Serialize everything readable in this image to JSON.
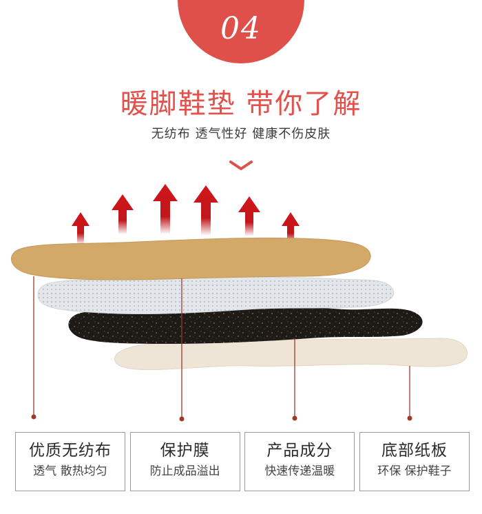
{
  "badge": {
    "number": "04"
  },
  "title": "暖脚鞋垫 带你了解",
  "subtitle": "无纺布 透气性好 健康不伤皮肤",
  "colors": {
    "accent_red": "#e0504a",
    "arrow_red": "#c81e1e",
    "layer_tan": "#d2a86a",
    "layer_mesh": "#e4e8ec",
    "layer_black": "#1e1a18",
    "layer_cream": "#efe6d8",
    "pointer_line": "#9c3a2a"
  },
  "cards": [
    {
      "title": "优质无纺布",
      "desc": "透气 散热均匀"
    },
    {
      "title": "保护膜",
      "desc": "防止成品溢出"
    },
    {
      "title": "产品成分",
      "desc": "快速传递温暖"
    },
    {
      "title": "底部纸板",
      "desc": "环保 保护鞋子"
    }
  ]
}
